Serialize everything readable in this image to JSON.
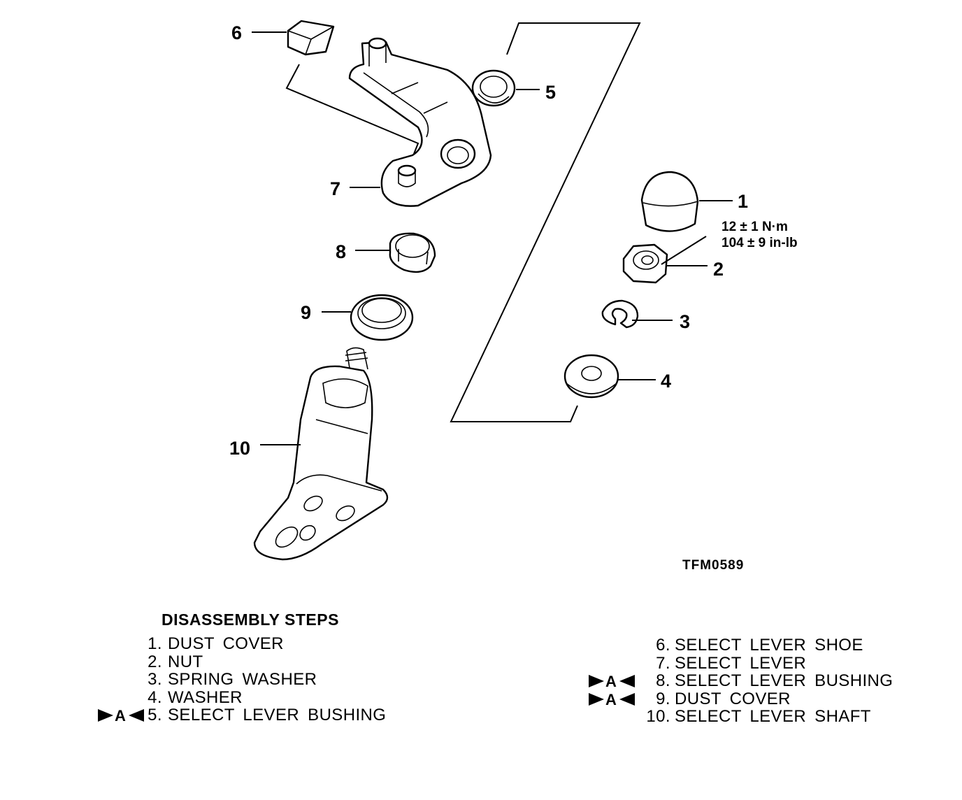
{
  "callouts": [
    "1",
    "2",
    "3",
    "4",
    "5",
    "6",
    "7",
    "8",
    "9",
    "10"
  ],
  "torque": {
    "metric": "12 ± 1 N·m",
    "imperial": "104 ± 9 in-lb"
  },
  "figure_code": "TFM0589",
  "steps_title": "DISASSEMBLY STEPS",
  "service_mark": {
    "letter": "A"
  },
  "steps_left": [
    {
      "num": "1.",
      "label": "DUST COVER",
      "marked": false
    },
    {
      "num": "2.",
      "label": "NUT",
      "marked": false
    },
    {
      "num": "3.",
      "label": "SPRING WASHER",
      "marked": false
    },
    {
      "num": "4.",
      "label": "WASHER",
      "marked": false
    },
    {
      "num": "5.",
      "label": "SELECT LEVER BUSHING",
      "marked": true
    }
  ],
  "steps_right": [
    {
      "num": "6.",
      "label": "SELECT LEVER SHOE",
      "marked": false
    },
    {
      "num": "7.",
      "label": "SELECT LEVER",
      "marked": false
    },
    {
      "num": "8.",
      "label": "SELECT LEVER BUSHING",
      "marked": true
    },
    {
      "num": "9.",
      "label": "DUST COVER",
      "marked": true
    },
    {
      "num": "10.",
      "label": "SELECT LEVER SHAFT",
      "marked": false
    }
  ]
}
